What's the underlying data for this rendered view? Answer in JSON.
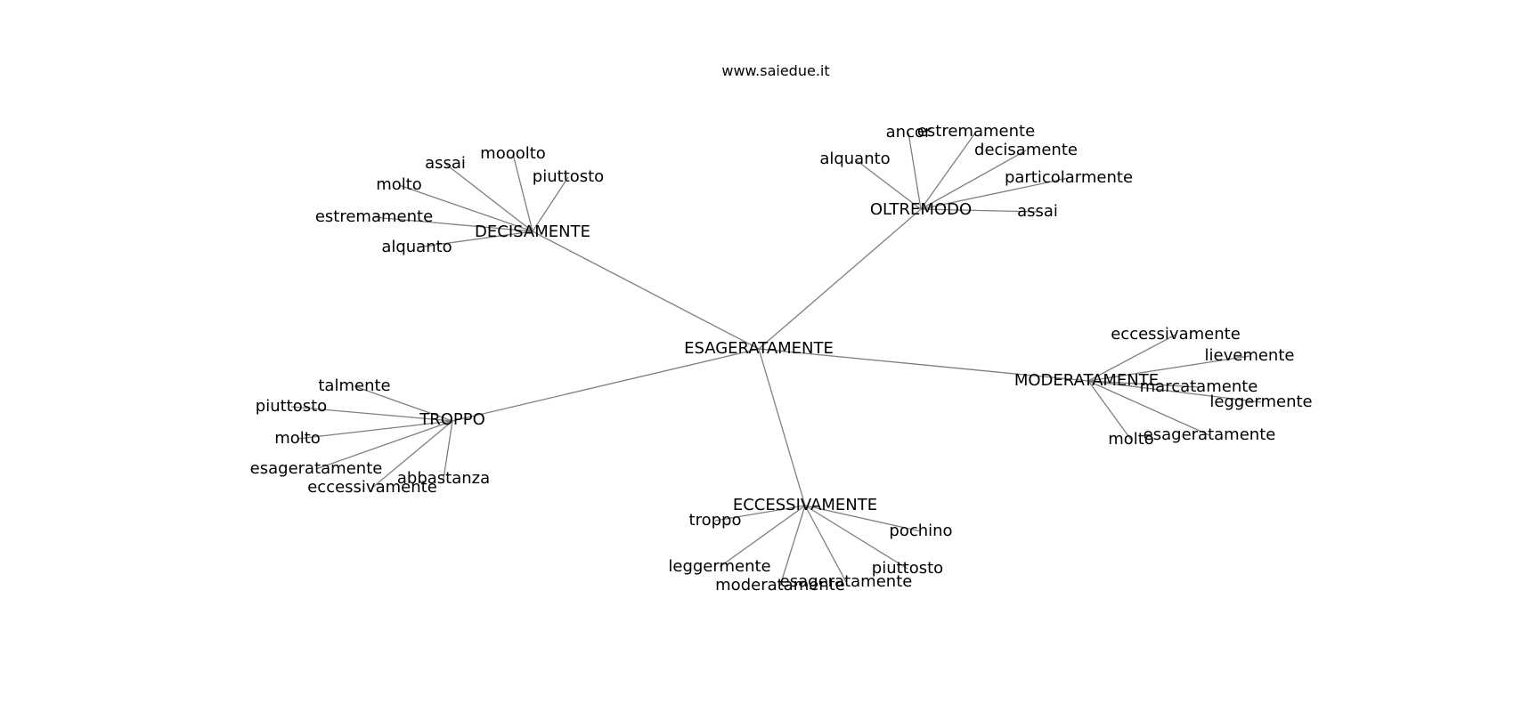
{
  "header": {
    "site": "www.saiedue.it"
  },
  "graph": {
    "root": "ESAGERATAMENTE",
    "hubs": [
      {
        "label": "DECISAMENTE",
        "leaves": [
          "mooolto",
          "assai",
          "piuttosto",
          "molto",
          "estremamente",
          "alquanto"
        ]
      },
      {
        "label": "OLTREMODO",
        "leaves": [
          "ancor",
          "estremamente",
          "decisamente",
          "alquanto",
          "particolarmente",
          "assai"
        ]
      },
      {
        "label": "MODERATAMENTE",
        "leaves": [
          "eccessivamente",
          "lievemente",
          "marcatamente",
          "leggermente",
          "esageratamente",
          "molto"
        ]
      },
      {
        "label": "ECCESSIVAMENTE",
        "leaves": [
          "troppo",
          "pochino",
          "piuttosto",
          "leggermente",
          "esageratamente",
          "moderatamente"
        ]
      },
      {
        "label": "TROPPO",
        "leaves": [
          "talmente",
          "piuttosto",
          "molto",
          "esageratamente",
          "abbastanza",
          "eccessivamente"
        ]
      }
    ]
  }
}
